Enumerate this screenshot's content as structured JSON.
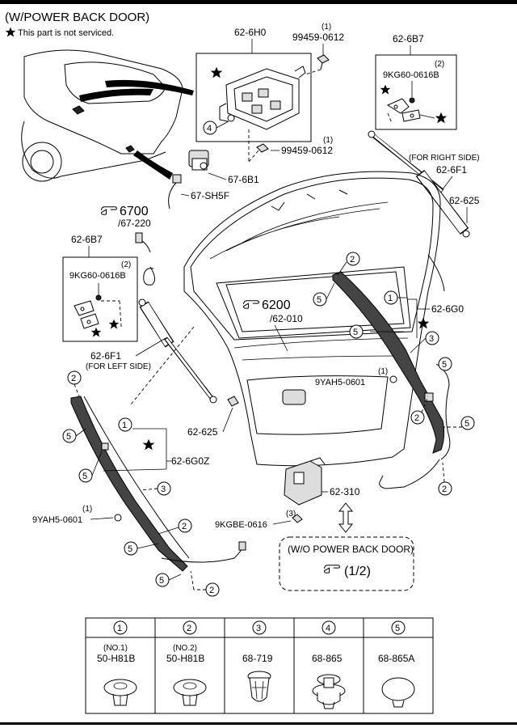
{
  "header": {
    "title": "(W/POWER BACK DOOR)",
    "note": "This part is not serviced."
  },
  "parts": {
    "p_626h0": "62-6H0",
    "p_99459_top_qty": "(1)",
    "p_99459_top": "99459-0612",
    "p_99459_mid_qty": "(1)",
    "p_99459_mid": "99459-0612",
    "p_626b7_right": "62-6B7",
    "p_9kg60_right_qty": "(2)",
    "p_9kg60_right": "9KG60-0616B",
    "p_676b1": "67-6B1",
    "p_67sh5f": "67-SH5F",
    "ref_6700": "6700",
    "ref_6700_sub": "/67-220",
    "for_right": "(FOR RIGHT SIDE)",
    "p_626f1_right": "62-6F1",
    "p_62625_right": "62-625",
    "p_626b7_left": "62-6B7",
    "p_9kg60_left_qty": "(2)",
    "p_9kg60_left": "9KG60-0616B",
    "ref_6200": "6200",
    "ref_6200_sub": "/62-010",
    "p_626g0": "62-6G0",
    "p_626f1_left": "62-6F1",
    "for_left": "(FOR LEFT SIDE)",
    "p_9yah5_right_qty": "(1)",
    "p_9yah5_right": "9YAH5-0601",
    "p_62625_left": "62-625",
    "p_626g0z": "62-6G0Z",
    "p_62310": "62-310",
    "p_9yah5_left_qty": "(1)",
    "p_9yah5_left": "9YAH5-0601",
    "p_9kgbe_qty": "(3)",
    "p_9kgbe": "9KGBE-0616",
    "wo_title": "(W/O POWER BACK DOOR)",
    "wo_ref": "(1/2)"
  },
  "callouts": {
    "c1": "1",
    "c2": "2",
    "c3": "3",
    "c4": "4",
    "c5": "5"
  },
  "legend": {
    "headers": [
      "1",
      "2",
      "3",
      "4",
      "5"
    ],
    "subnotes": [
      "(NO.1)",
      "(NO.2)",
      "",
      "",
      ""
    ],
    "part_numbers": [
      "50-H81B",
      "50-H81B",
      "68-719",
      "68-865",
      "68-865A"
    ]
  }
}
